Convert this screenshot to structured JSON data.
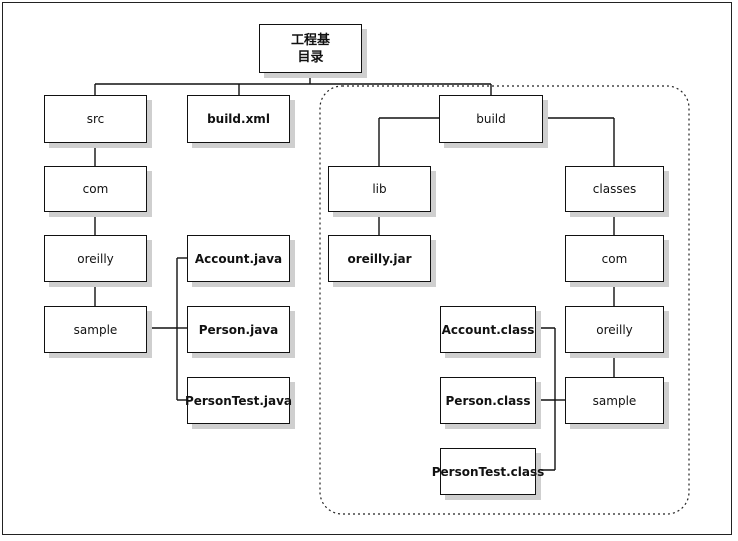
{
  "root": {
    "line1": "工程基",
    "line2": "目录"
  },
  "left": {
    "src": "src",
    "build_xml": "build.xml",
    "com": "com",
    "oreilly": "oreilly",
    "sample": "sample",
    "account_java": "Account.java",
    "person_java": "Person.java",
    "persontest_java": "PersonTest.java"
  },
  "build": {
    "build": "build",
    "lib": "lib",
    "oreilly_jar": "oreilly.jar",
    "classes": "classes",
    "com": "com",
    "oreilly": "oreilly",
    "sample": "sample",
    "account_class": "Account.class",
    "person_class": "Person.class",
    "persontest_class": "PersonTest.class"
  }
}
